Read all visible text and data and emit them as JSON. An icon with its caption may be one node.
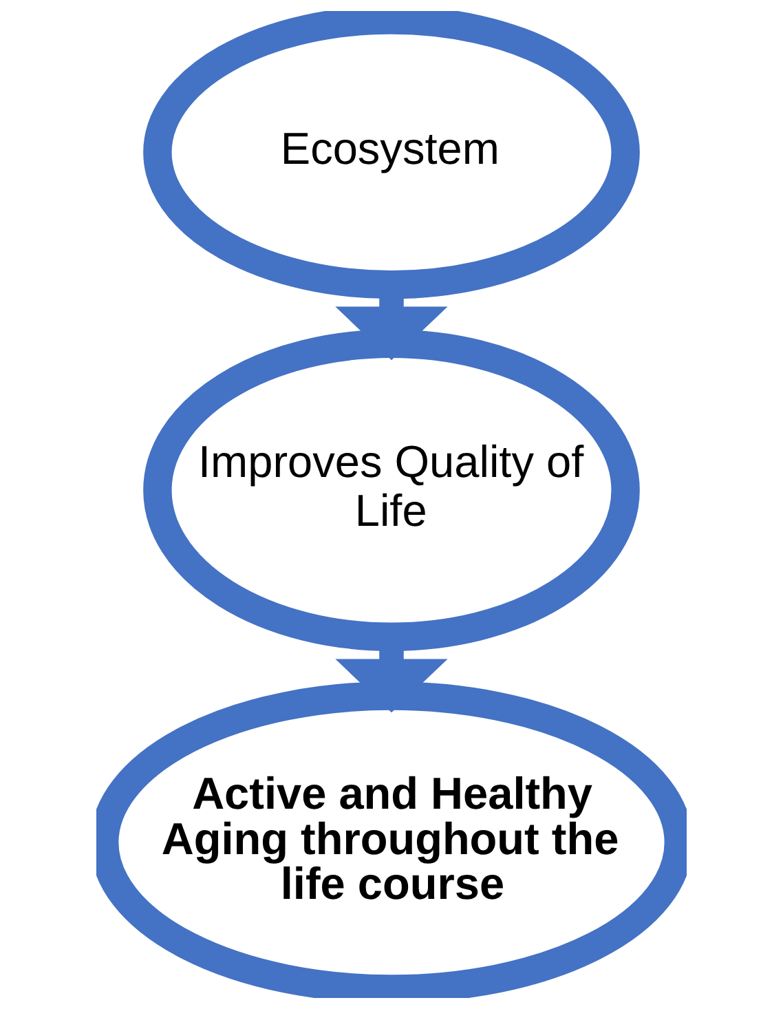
{
  "diagram": {
    "nodes": [
      {
        "text": [
          "Ecosystem"
        ]
      },
      {
        "text": [
          "Improves Quality of Life"
        ]
      },
      {
        "text": [
          "Active and Healthy Aging throughout the life course"
        ]
      }
    ],
    "edges": [
      {
        "from": 0,
        "to": 1,
        "arrow": "to"
      },
      {
        "from": 1,
        "to": 2,
        "arrow": "to"
      }
    ]
  }
}
